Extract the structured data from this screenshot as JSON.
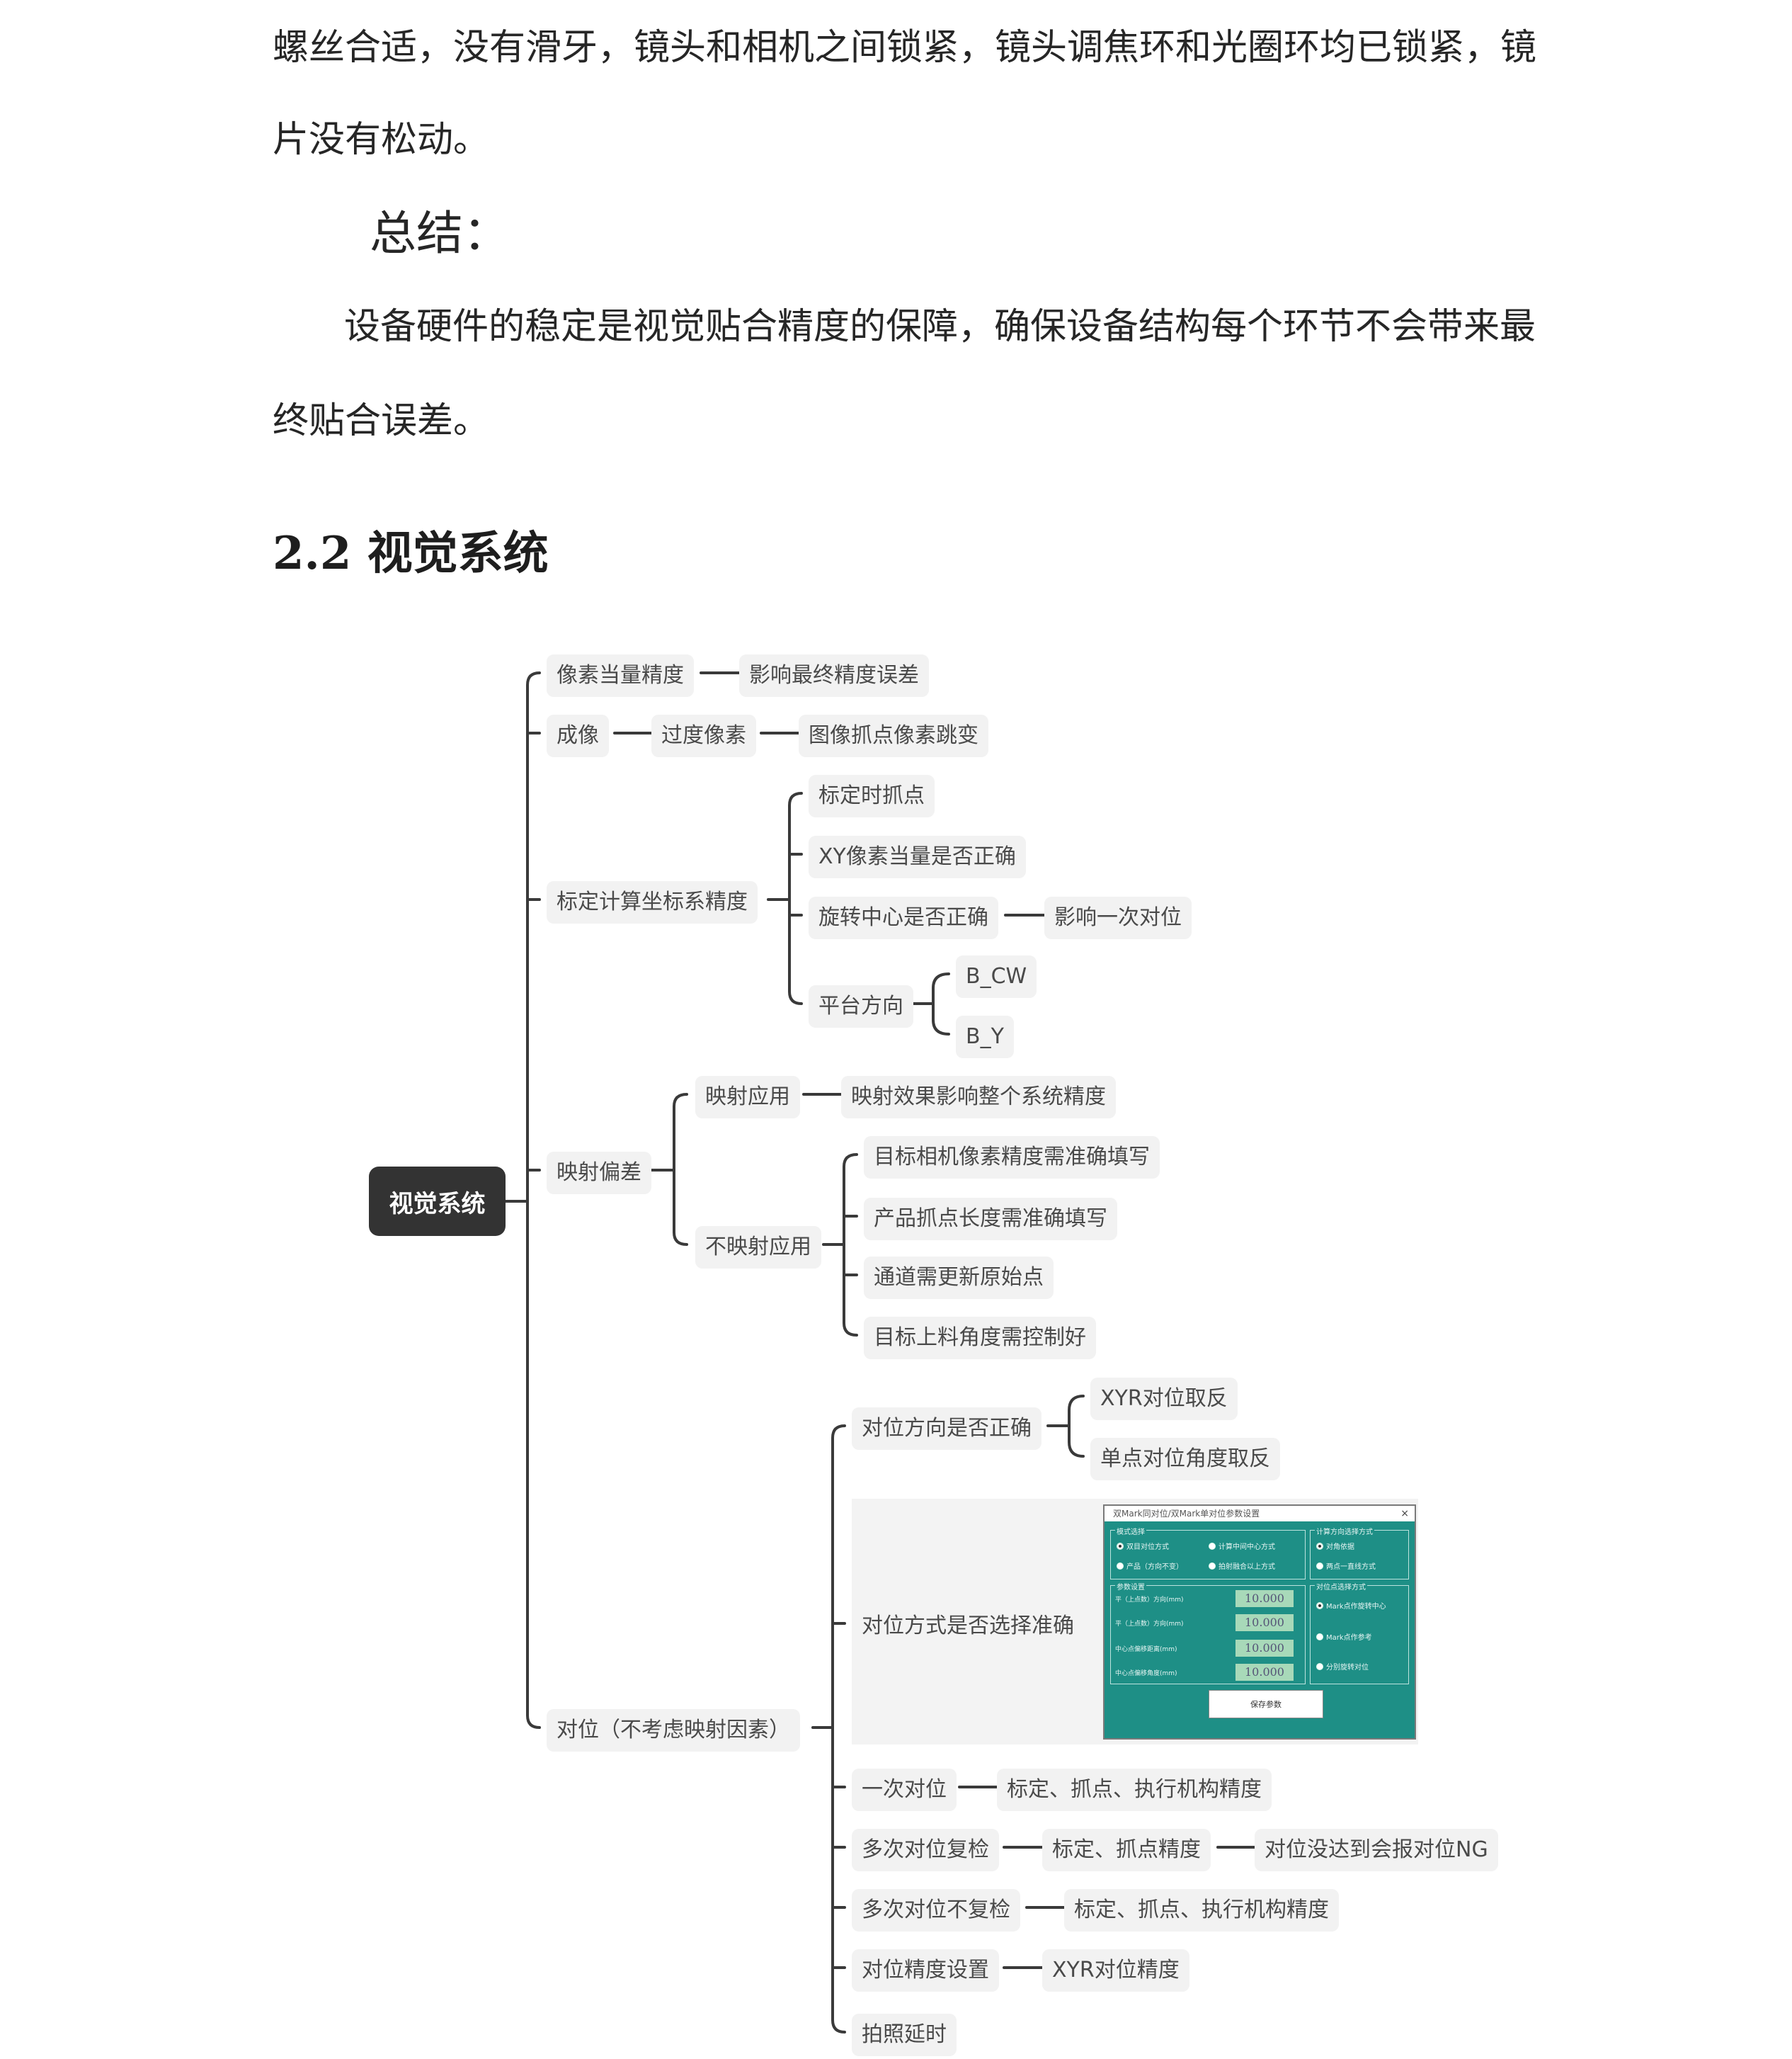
{
  "paragraphs": {
    "p1_line1": "螺丝合适，没有滑牙，镜头和相机之间锁紧，镜头调焦环和光圈环均已锁紧，镜",
    "p1_line2": "片没有松动。",
    "summary_title": "总结：",
    "p2_line1": "设备硬件的稳定是视觉贴合精度的保障，确保设备结构每个环节不会带来最",
    "p2_line2": "终贴合误差。"
  },
  "section_title": "2.2 视觉系统",
  "mindmap": {
    "root": "视觉系统",
    "n_xiangsu": "像素当量精度",
    "n_xiangsu_c1": "影响最终精度误差",
    "n_chengxiang": "成像",
    "n_chengxiang_c1": "过度像素",
    "n_chengxiang_c2": "图像抓点像素跳变",
    "n_biaoding": "标定计算坐标系精度",
    "n_biaoding_c1": "标定时抓点",
    "n_biaoding_c2": "XY像素当量是否正确",
    "n_biaoding_c3": "旋转中心是否正确",
    "n_biaoding_c3_c1": "影响一次对位",
    "n_biaoding_c4": "平台方向",
    "n_biaoding_c4_c1": "B_CW",
    "n_biaoding_c4_c2": "B_Y",
    "n_yingshe": "映射偏差",
    "n_yingshe_c1": "映射应用",
    "n_yingshe_c1_c1": "映射效果影响整个系统精度",
    "n_yingshe_c2": "不映射应用",
    "n_yingshe_c2_c1": "目标相机像素精度需准确填写",
    "n_yingshe_c2_c2": "产品抓点长度需准确填写",
    "n_yingshe_c2_c3": "通道需更新原始点",
    "n_yingshe_c2_c4": "目标上料角度需控制好",
    "n_duiwei": "对位（不考虑映射因素）",
    "n_duiwei_c1": "对位方向是否正确",
    "n_duiwei_c1_c1": "XYR对位取反",
    "n_duiwei_c1_c2": "单点对位角度取反",
    "n_duiwei_c2": "对位方式是否选择准确",
    "n_duiwei_c3": "一次对位",
    "n_duiwei_c3_c1": "标定、抓点、执行机构精度",
    "n_duiwei_c4": "多次对位复检",
    "n_duiwei_c4_c1": "标定、抓点精度",
    "n_duiwei_c4_c2": "对位没达到会报对位NG",
    "n_duiwei_c5": "多次对位不复检",
    "n_duiwei_c5_c1": "标定、抓点、执行机构精度",
    "n_duiwei_c6": "对位精度设置",
    "n_duiwei_c6_c1": "XYR对位精度",
    "n_duiwei_c7": "拍照延时"
  },
  "dialog": {
    "title": "双Mark同对位/双Mark单对位参数设置",
    "close": "×",
    "group_mode": "模式选择",
    "mode_opt1": "双目对位方式",
    "mode_opt2": "计算中间中心方式",
    "mode_opt3": "产品（方向不变）",
    "mode_opt4": "拍射融合以上方式",
    "group_calc": "计算方向选择方式",
    "calc_opt1": "对角依据",
    "calc_opt2": "两点一直线方式",
    "group_params": "参数设置",
    "param1_label": "平（上点数）方向(mm)",
    "param2_label": "平（上点数）方向(mm)",
    "param3_label": "中心点偏移距离(mm)",
    "param4_label": "中心点偏移角度(mm)",
    "param1_value": "10.000",
    "param2_value": "10.000",
    "param3_value": "10.000",
    "param4_value": "10.000",
    "group_align": "对位点选择方式",
    "align_opt1": "Mark点作旋转中心",
    "align_opt2": "Mark点作参考",
    "align_opt3": "分别旋转对位",
    "save_button": "保存参数"
  }
}
